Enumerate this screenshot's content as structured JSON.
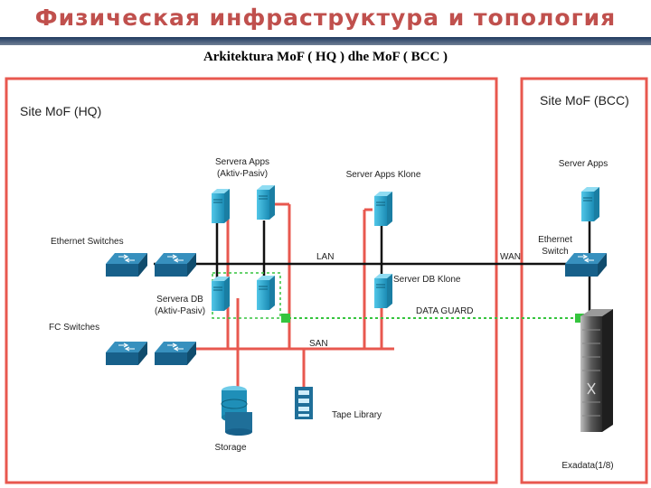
{
  "slide": {
    "title": "Физическая инфраструктура и топология",
    "caption": "Arkitektura MoF ( HQ ) dhe MoF ( BCC )"
  },
  "sites": {
    "hq": {
      "label": "Site MoF (HQ)"
    },
    "bcc": {
      "label": "Site MoF (BCC)"
    }
  },
  "labels": {
    "servera_apps_1": "Servera Apps",
    "servera_apps_2": "(Aktiv-Pasiv)",
    "server_apps_klone": "Server Apps Klone",
    "server_apps_bcc": "Server Apps",
    "ethernet_switches": "Ethernet Switches",
    "fc_switches": "FC Switches",
    "servera_db_1": "Servera DB",
    "servera_db_2": "(Aktiv-Pasiv)",
    "server_db_klone": "Server DB Klone",
    "ethernet_switch_1": "Ethernet",
    "ethernet_switch_2": "Switch",
    "lan": "LAN",
    "wan": "WAN",
    "data_guard": "DATA GUARD",
    "san": "SAN",
    "storage": "Storage",
    "tape_library": "Tape Library",
    "exadata": "Exadata(1/8)"
  },
  "colors": {
    "frame": "#e8584f",
    "server": "#29a8cf",
    "switch": "#1f6f99",
    "lan_line": "#111111",
    "san_line": "#e8584f",
    "data_guard": "#35c43e"
  }
}
